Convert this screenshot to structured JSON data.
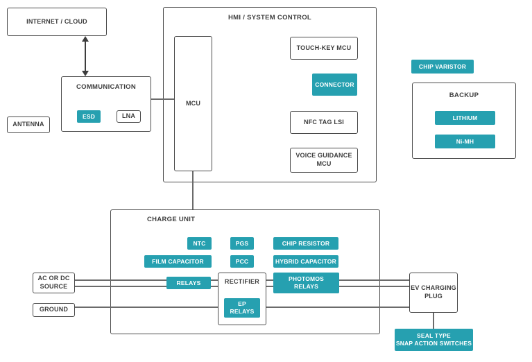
{
  "colors": {
    "teal": "#26A0B0",
    "box_border": "#4a4a4a",
    "line": "#6b6b6b",
    "text": "#3d3d3d",
    "chip_text": "#ffffff",
    "background": "#ffffff"
  },
  "diagram": {
    "internet_cloud": {
      "label": "INTERNET / CLOUD"
    },
    "antenna": {
      "label": "ANTENNA"
    },
    "communication": {
      "title": "COMMUNICATION",
      "esd": "ESD",
      "lna": "LNA"
    },
    "hmi": {
      "title": "HMI / SYSTEM CONTROL",
      "mcu": "MCU",
      "touch_key_mcu": "TOUCH-KEY MCU",
      "connector": "CONNECTOR",
      "nfc_tag_lsi": "NFC TAG LSI",
      "voice_guidance_mcu": "VOICE GUIDANCE\nMCU"
    },
    "chip_varistor": {
      "label": "CHIP VARISTOR"
    },
    "backup": {
      "title": "BACKUP",
      "lithium": "LITHIUM",
      "ni_mh": "Ni-MH"
    },
    "charge_unit": {
      "title": "CHARGE UNIT",
      "ntc": "NTC",
      "pgs": "PGS",
      "chip_resistor": "CHIP RESISTOR",
      "film_capacitor": "FILM CAPACITOR",
      "pcc": "PCC",
      "hybrid_capacitor": "HYBRID CAPACITOR",
      "relays": "RELAYS",
      "rectifier": "RECTIFIER",
      "ep_relays": "EP\nRELAYS",
      "photomos_relays": "PHOTOMOS\nRELAYS"
    },
    "ac_dc_source": {
      "label": "AC OR DC\nSOURCE"
    },
    "ground": {
      "label": "GROUND"
    },
    "ev_charging_plug": {
      "label": "EV CHARGING\nPLUG"
    },
    "seal_type_switches": {
      "label": "SEAL TYPE\nSNAP ACTION SWITCHES"
    }
  }
}
